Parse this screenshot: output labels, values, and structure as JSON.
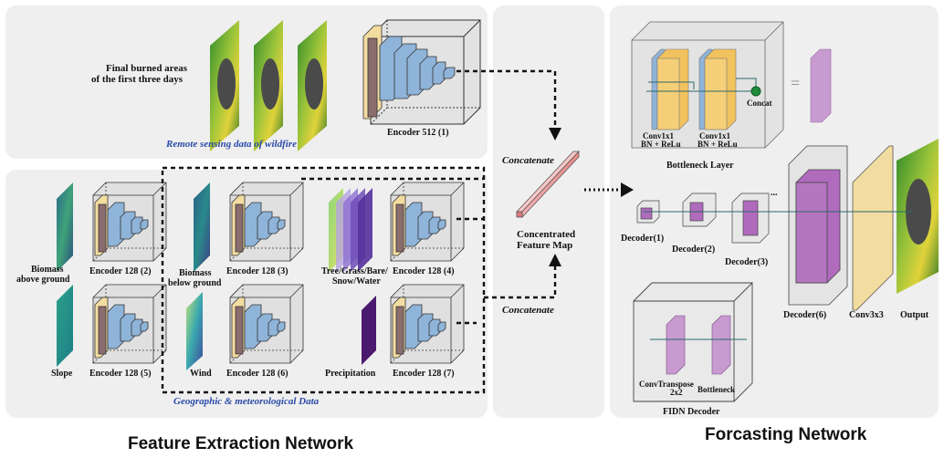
{
  "panels": {
    "remote_sensing_title": "Remote sensing data of wildfire",
    "geo_title": "Geographic & meteorological Data"
  },
  "headings": {
    "feature_extraction": "Feature Extraction Network",
    "forecasting": "Forcasting Network"
  },
  "remote": {
    "input_label_line1": "Final burned areas",
    "input_label_line2": "of the first three days",
    "encoder": "Encoder 512 (1)"
  },
  "geo": {
    "biomass_above_1": "Biomass",
    "biomass_above_2": "above ground",
    "encoder2": "Encoder 128 (2)",
    "biomass_below_1": "Biomass",
    "biomass_below_2": "below ground",
    "encoder3": "Encoder 128 (3)",
    "landcover_1": "Tree/Grass/Bare/",
    "landcover_2": "Snow/Water",
    "encoder4": "Encoder 128 (4)",
    "slope": "Slope",
    "encoder5": "Encoder 128 (5)",
    "wind": "Wind",
    "encoder6": "Encoder 128 (6)",
    "precipitation": "Precipitation",
    "encoder7": "Encoder 128 (7)"
  },
  "middle": {
    "concat_top": "Concatenate",
    "concat_bottom": "Concatenate",
    "feature_map_1": "Concentrated",
    "feature_map_2": "Feature Map"
  },
  "forecast": {
    "conv_a_1": "Conv1x1",
    "conv_a_2": "BN + ReLu",
    "conv_b_1": "Conv1x1",
    "conv_b_2": "BN + ReLu",
    "concat": "Concat",
    "equals": "=",
    "bottleneck_layer": "Bottleneck Layer",
    "decoder1": "Decoder(1)",
    "decoder2": "Decoder(2)",
    "decoder3": "Decoder(3)",
    "ellipsis": "...",
    "decoder6": "Decoder(6)",
    "conv3x3": "Conv3x3",
    "output": "Output",
    "convtranspose_1": "ConvTranspose",
    "convtranspose_2": "2x2",
    "bottleneck": "Bottleneck",
    "fidn_decoder": "FIDN Decoder"
  },
  "colors": {
    "panel_bg": "#efefef",
    "encoder_blue": "#8fb4d9",
    "encoder_yellow": "#f3dca0",
    "encoder_brown": "#8a6d6d",
    "decoder_purple": "#b06bbd",
    "bottleneck_orange": "#f2c25e",
    "feature_map_pink": "#f2a7a7",
    "title_blue": "#2a4aa8"
  }
}
